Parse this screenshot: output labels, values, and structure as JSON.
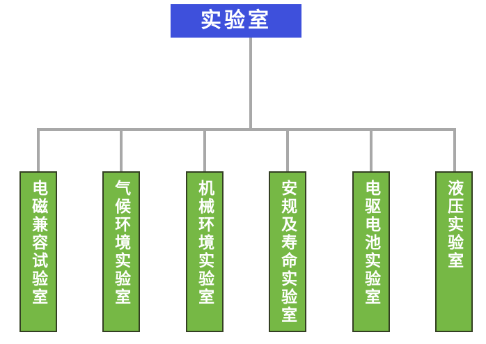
{
  "root": {
    "label": "实验室"
  },
  "children": [
    {
      "label": "电磁兼容试验室"
    },
    {
      "label": "气候环境实验室"
    },
    {
      "label": "机械环境实验室"
    },
    {
      "label": "安规及寿命实验室"
    },
    {
      "label": "电驱电池实验室"
    },
    {
      "label": "液压实验室"
    }
  ],
  "colors": {
    "root_fill": "#3e50dc",
    "child_fill": "#76b845",
    "child_border": "#333f22",
    "connector": "#a8a8a8",
    "text": "#ffffff",
    "canvas_bg": "#ffffff"
  }
}
